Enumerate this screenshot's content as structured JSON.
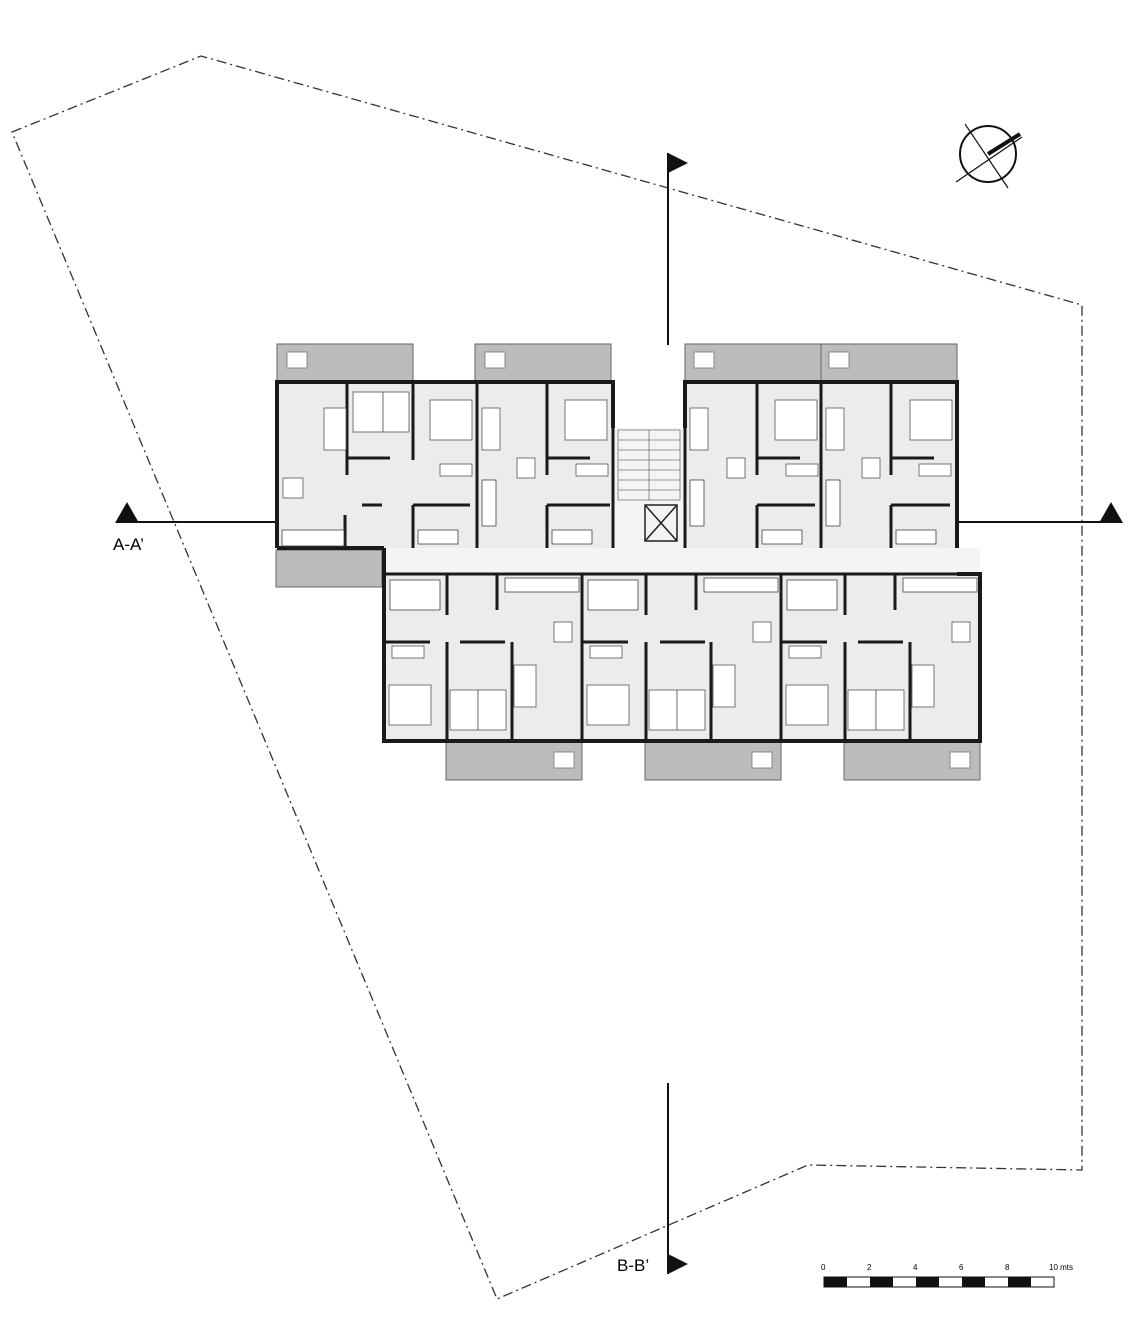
{
  "section_marks": {
    "a": "A-A’",
    "b": "B-B’"
  },
  "scale_bar": {
    "ticks": [
      "0",
      "2",
      "4",
      "6",
      "8"
    ],
    "end_label": "10 mts"
  },
  "colors": {
    "wall": "#1a1a1a",
    "floor": "#ececec",
    "balcony": "#bcbcbc",
    "boundary": "#333333"
  }
}
